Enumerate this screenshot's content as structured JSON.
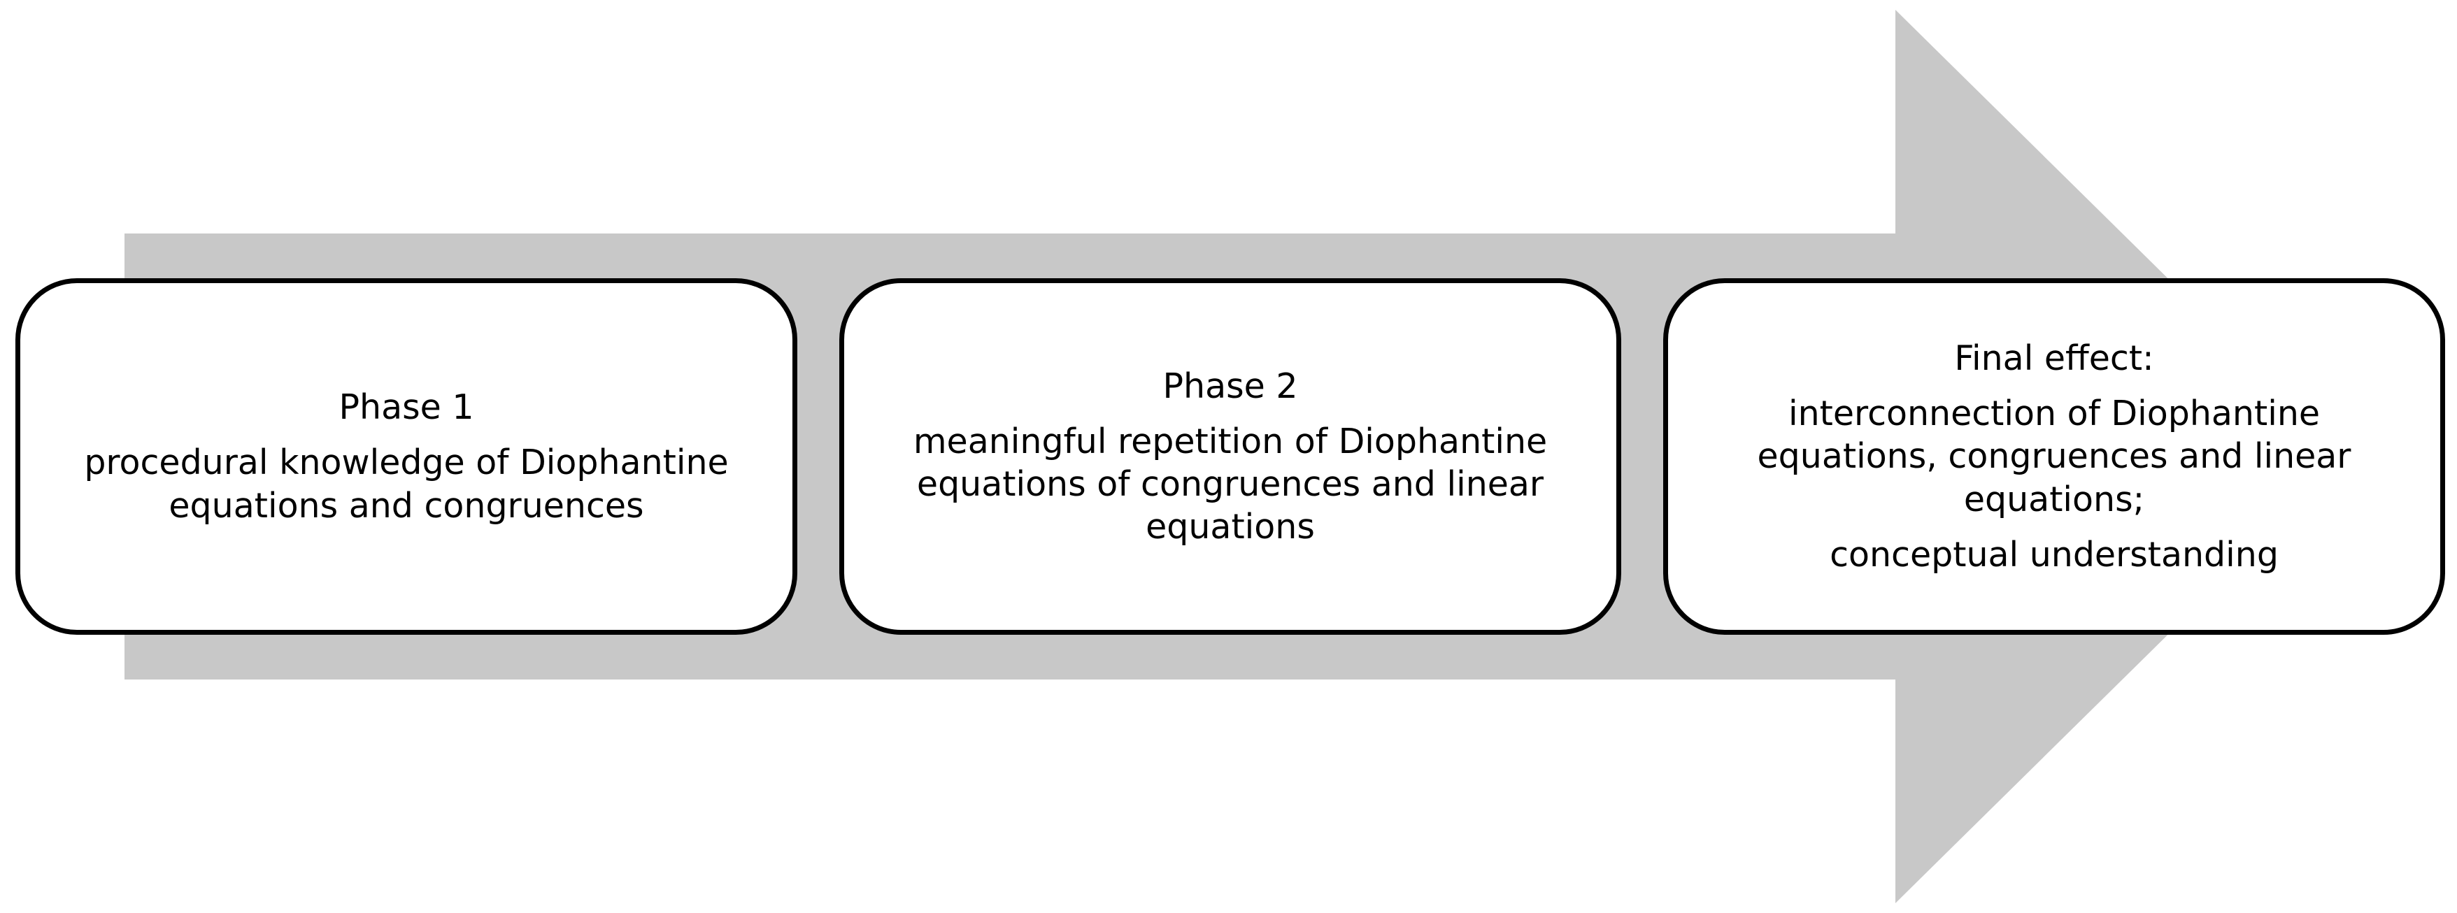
{
  "colors": {
    "arrow": "#c8c8c8",
    "box_border": "#000000",
    "box_fill": "#ffffff",
    "text": "#000000"
  },
  "phase1": {
    "title": "Phase 1",
    "text": "procedural knowledge of Diophantine equations and congruences"
  },
  "phase2": {
    "title": "Phase 2",
    "text": "meaningful repetition of Diophantine equations of congruences and linear equations"
  },
  "final": {
    "title": "Final effect:",
    "text": "interconnection of Diophantine equations, congruences and linear equations;",
    "text2": "conceptual understanding"
  }
}
